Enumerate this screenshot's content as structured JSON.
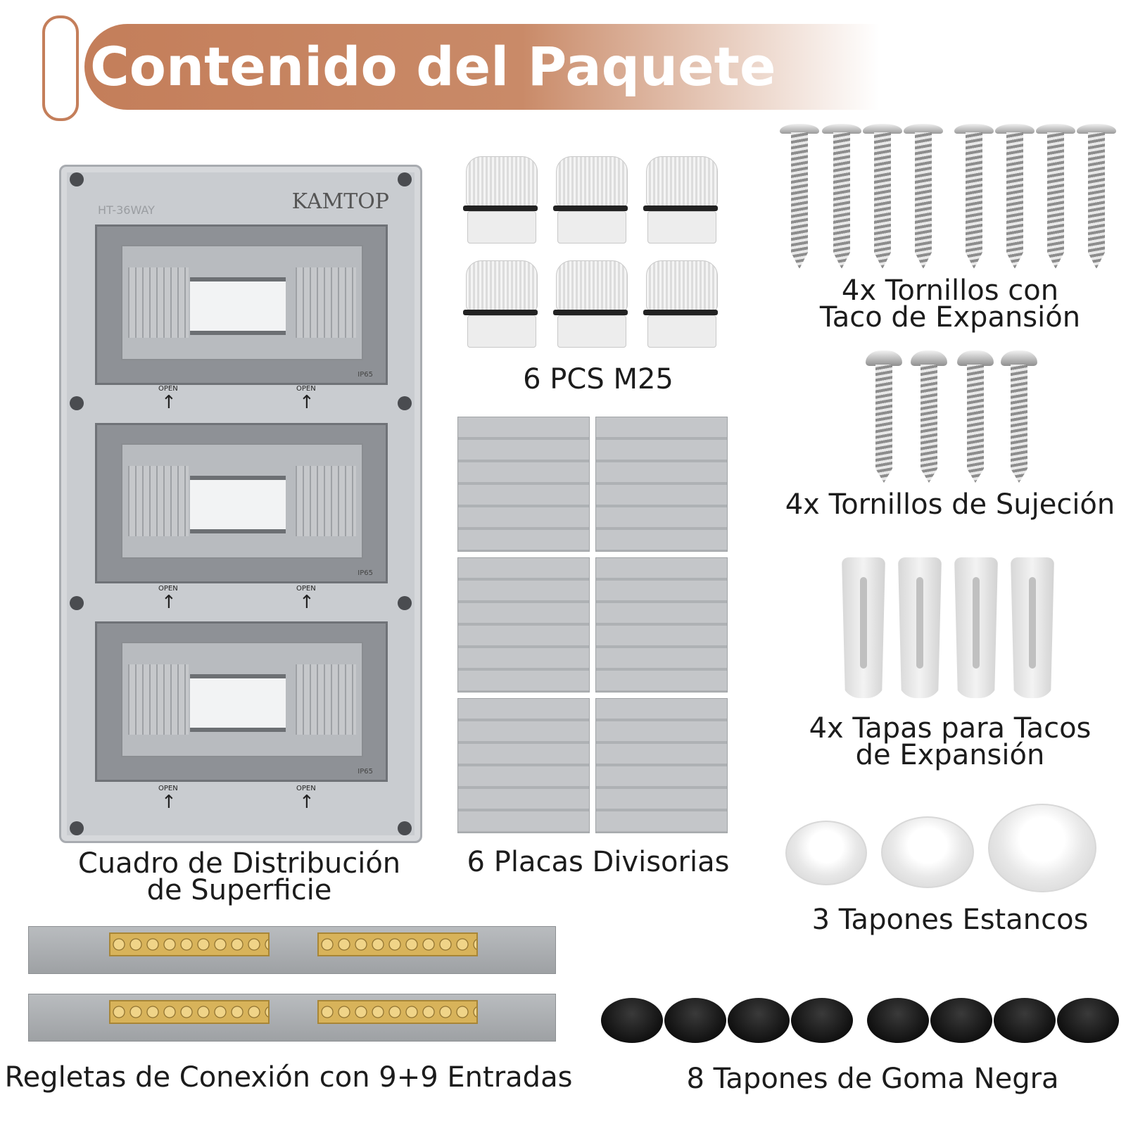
{
  "header": {
    "title": "Contenido del Paquete"
  },
  "panel": {
    "model": "HT-36WAY",
    "brand": "KAMTOP",
    "open_label": "OPEN",
    "ip_label": "IP65",
    "caption_line1": "Cuadro de Distribución",
    "caption_line2": "de Superficie"
  },
  "glands": {
    "caption": "6 PCS M25"
  },
  "plates": {
    "caption": "6 Placas Divisorias"
  },
  "screws_expansion": {
    "caption_line1": "4x Tornillos con",
    "caption_line2": "Taco de Expansión"
  },
  "screws_fixing": {
    "caption": "4x Tornillos de Sujeción"
  },
  "anchor_caps": {
    "caption_line1": "4x Tapas para Tacos",
    "caption_line2": "de Expansión"
  },
  "watertight_plugs": {
    "caption": "3 Tapones Estancos"
  },
  "terminal_strips": {
    "caption": "Regletas de Conexión con 9+9 Entradas"
  },
  "rubber_plugs": {
    "caption": "8 Tapones de Goma Negra"
  }
}
